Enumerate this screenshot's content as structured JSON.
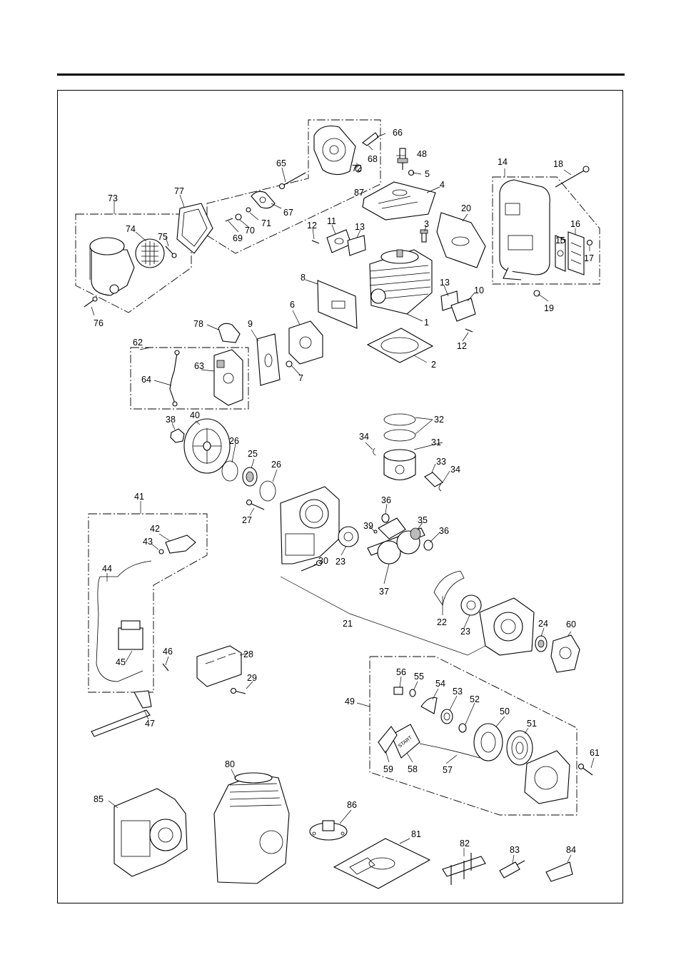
{
  "diagram": {
    "labels": [
      {
        "id": "p1",
        "text": "1"
      },
      {
        "id": "p2",
        "text": "2"
      },
      {
        "id": "p3",
        "text": "3"
      },
      {
        "id": "p4",
        "text": "4"
      },
      {
        "id": "p5",
        "text": "5"
      },
      {
        "id": "p6",
        "text": "6"
      },
      {
        "id": "p7",
        "text": "7"
      },
      {
        "id": "p8",
        "text": "8"
      },
      {
        "id": "p9",
        "text": "9"
      },
      {
        "id": "p10",
        "text": "10"
      },
      {
        "id": "p11",
        "text": "11"
      },
      {
        "id": "p12a",
        "text": "12"
      },
      {
        "id": "p12b",
        "text": "12"
      },
      {
        "id": "p13a",
        "text": "13"
      },
      {
        "id": "p13b",
        "text": "13"
      },
      {
        "id": "p14",
        "text": "14"
      },
      {
        "id": "p15",
        "text": "15"
      },
      {
        "id": "p16",
        "text": "16"
      },
      {
        "id": "p17",
        "text": "17"
      },
      {
        "id": "p18",
        "text": "18"
      },
      {
        "id": "p19",
        "text": "19"
      },
      {
        "id": "p20",
        "text": "20"
      },
      {
        "id": "p21",
        "text": "21"
      },
      {
        "id": "p22",
        "text": "22"
      },
      {
        "id": "p23a",
        "text": "23"
      },
      {
        "id": "p23b",
        "text": "23"
      },
      {
        "id": "p24",
        "text": "24"
      },
      {
        "id": "p25",
        "text": "25"
      },
      {
        "id": "p26a",
        "text": "26"
      },
      {
        "id": "p26b",
        "text": "26"
      },
      {
        "id": "p27",
        "text": "27"
      },
      {
        "id": "p28",
        "text": "28"
      },
      {
        "id": "p29",
        "text": "29"
      },
      {
        "id": "p30",
        "text": "30"
      },
      {
        "id": "p31",
        "text": "31"
      },
      {
        "id": "p32",
        "text": "32"
      },
      {
        "id": "p33",
        "text": "33"
      },
      {
        "id": "p34a",
        "text": "34"
      },
      {
        "id": "p34b",
        "text": "34"
      },
      {
        "id": "p35",
        "text": "35"
      },
      {
        "id": "p36a",
        "text": "36"
      },
      {
        "id": "p36b",
        "text": "36"
      },
      {
        "id": "p37",
        "text": "37"
      },
      {
        "id": "p38",
        "text": "38"
      },
      {
        "id": "p39",
        "text": "39"
      },
      {
        "id": "p40",
        "text": "40"
      },
      {
        "id": "p41",
        "text": "41"
      },
      {
        "id": "p42",
        "text": "42"
      },
      {
        "id": "p43",
        "text": "43"
      },
      {
        "id": "p44",
        "text": "44"
      },
      {
        "id": "p45",
        "text": "45"
      },
      {
        "id": "p46",
        "text": "46"
      },
      {
        "id": "p47",
        "text": "47"
      },
      {
        "id": "p48",
        "text": "48"
      },
      {
        "id": "p49",
        "text": "49"
      },
      {
        "id": "p50",
        "text": "50"
      },
      {
        "id": "p51",
        "text": "51"
      },
      {
        "id": "p52",
        "text": "52"
      },
      {
        "id": "p53",
        "text": "53"
      },
      {
        "id": "p54",
        "text": "54"
      },
      {
        "id": "p55",
        "text": "55"
      },
      {
        "id": "p56",
        "text": "56"
      },
      {
        "id": "p57",
        "text": "57"
      },
      {
        "id": "p58",
        "text": "58"
      },
      {
        "id": "p59",
        "text": "59"
      },
      {
        "id": "p60",
        "text": "60"
      },
      {
        "id": "p61",
        "text": "61"
      },
      {
        "id": "p62",
        "text": "62"
      },
      {
        "id": "p63",
        "text": "63"
      },
      {
        "id": "p64",
        "text": "64"
      },
      {
        "id": "p65",
        "text": "65"
      },
      {
        "id": "p66",
        "text": "66"
      },
      {
        "id": "p67",
        "text": "67"
      },
      {
        "id": "p68",
        "text": "68"
      },
      {
        "id": "p69",
        "text": "69"
      },
      {
        "id": "p70",
        "text": "70"
      },
      {
        "id": "p71",
        "text": "71"
      },
      {
        "id": "p72",
        "text": "72"
      },
      {
        "id": "p73",
        "text": "73"
      },
      {
        "id": "p74",
        "text": "74"
      },
      {
        "id": "p75",
        "text": "75"
      },
      {
        "id": "p76",
        "text": "76"
      },
      {
        "id": "p77",
        "text": "77"
      },
      {
        "id": "p78",
        "text": "78"
      },
      {
        "id": "p80",
        "text": "80"
      },
      {
        "id": "p81",
        "text": "81"
      },
      {
        "id": "p82",
        "text": "82"
      },
      {
        "id": "p83",
        "text": "83"
      },
      {
        "id": "p84",
        "text": "84"
      },
      {
        "id": "p85",
        "text": "85"
      },
      {
        "id": "p86",
        "text": "86"
      },
      {
        "id": "p87",
        "text": "87"
      }
    ],
    "starter_handle_text": "START"
  }
}
